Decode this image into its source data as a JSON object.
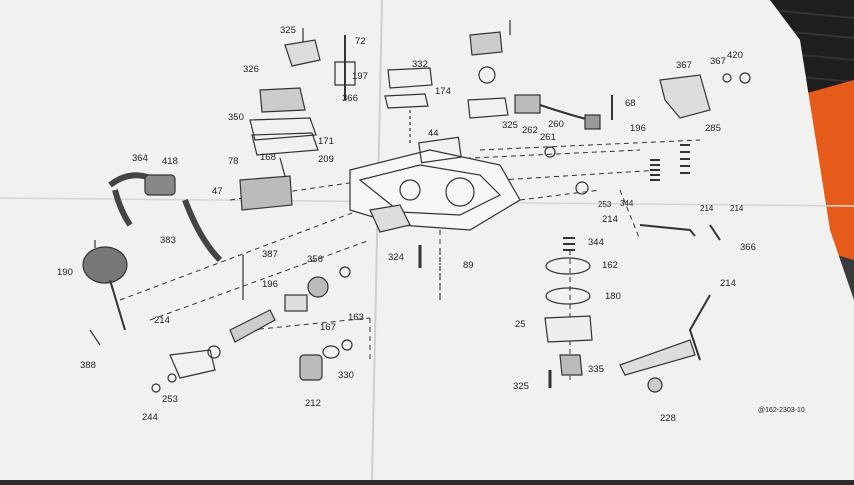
{
  "photo": {
    "labels": {
      "p325a": "325",
      "p72": "72",
      "p326": "326",
      "p197": "197",
      "p366a": "366",
      "p350": "350",
      "p171": "171",
      "p168": "168",
      "p78": "78",
      "p209": "209",
      "p47": "47",
      "p364": "364",
      "p418": "418",
      "p383": "383",
      "p190": "190",
      "p388": "388",
      "p214a": "214",
      "p387": "387",
      "p196a": "196",
      "p356": "356",
      "p163": "163",
      "p167": "167",
      "p330": "330",
      "p212": "212",
      "p244": "244",
      "p253a": "253",
      "p332": "332",
      "p174": "174",
      "p44": "44",
      "p324": "324",
      "p89": "89",
      "p325b": "325",
      "p262": "262",
      "p261": "261",
      "p260": "260",
      "p68": "68",
      "p196b": "196",
      "p367a": "367",
      "p367b": "367",
      "p420": "420",
      "p285": "285",
      "p253b": "253",
      "p344a": "344",
      "p214b": "214",
      "p214c": "214",
      "p214d": "214",
      "p366b": "366",
      "p344b": "344",
      "p162": "162",
      "p180": "180",
      "p25": "25",
      "p335": "335",
      "p325c": "325",
      "p214e": "214",
      "p228": "228",
      "drawing_code": "@162-2303-10"
    }
  }
}
